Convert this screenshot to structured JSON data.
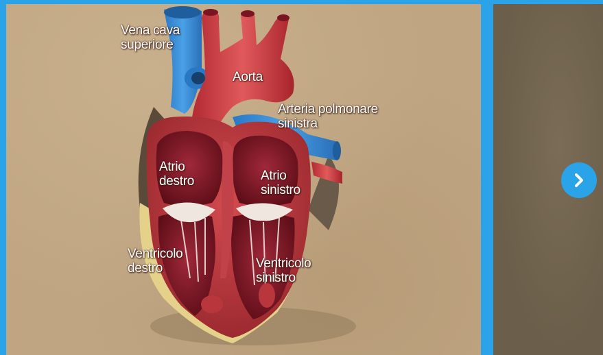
{
  "labels": {
    "vena_cava": [
      "Vena cava",
      "superiore"
    ],
    "aorta": [
      "Aorta"
    ],
    "arteria": [
      "Arteria polmonare",
      "sinistra"
    ],
    "atrio_destro": [
      "Atrio",
      "destro"
    ],
    "atrio_sinistro": [
      "Atrio",
      "sinistro"
    ],
    "ventricolo_destro": [
      "Ventricolo",
      "destro"
    ],
    "ventricolo_sinistro": [
      "Ventricolo",
      "sinistro"
    ]
  },
  "next_button": {
    "icon": "chevron-right-icon"
  },
  "colors": {
    "frame": "#2aa3e8",
    "artery_red": "#c8343a",
    "vein_blue": "#3b8fd6",
    "myocardium": "#b9363d",
    "chamber_dark": "#7a1420"
  }
}
